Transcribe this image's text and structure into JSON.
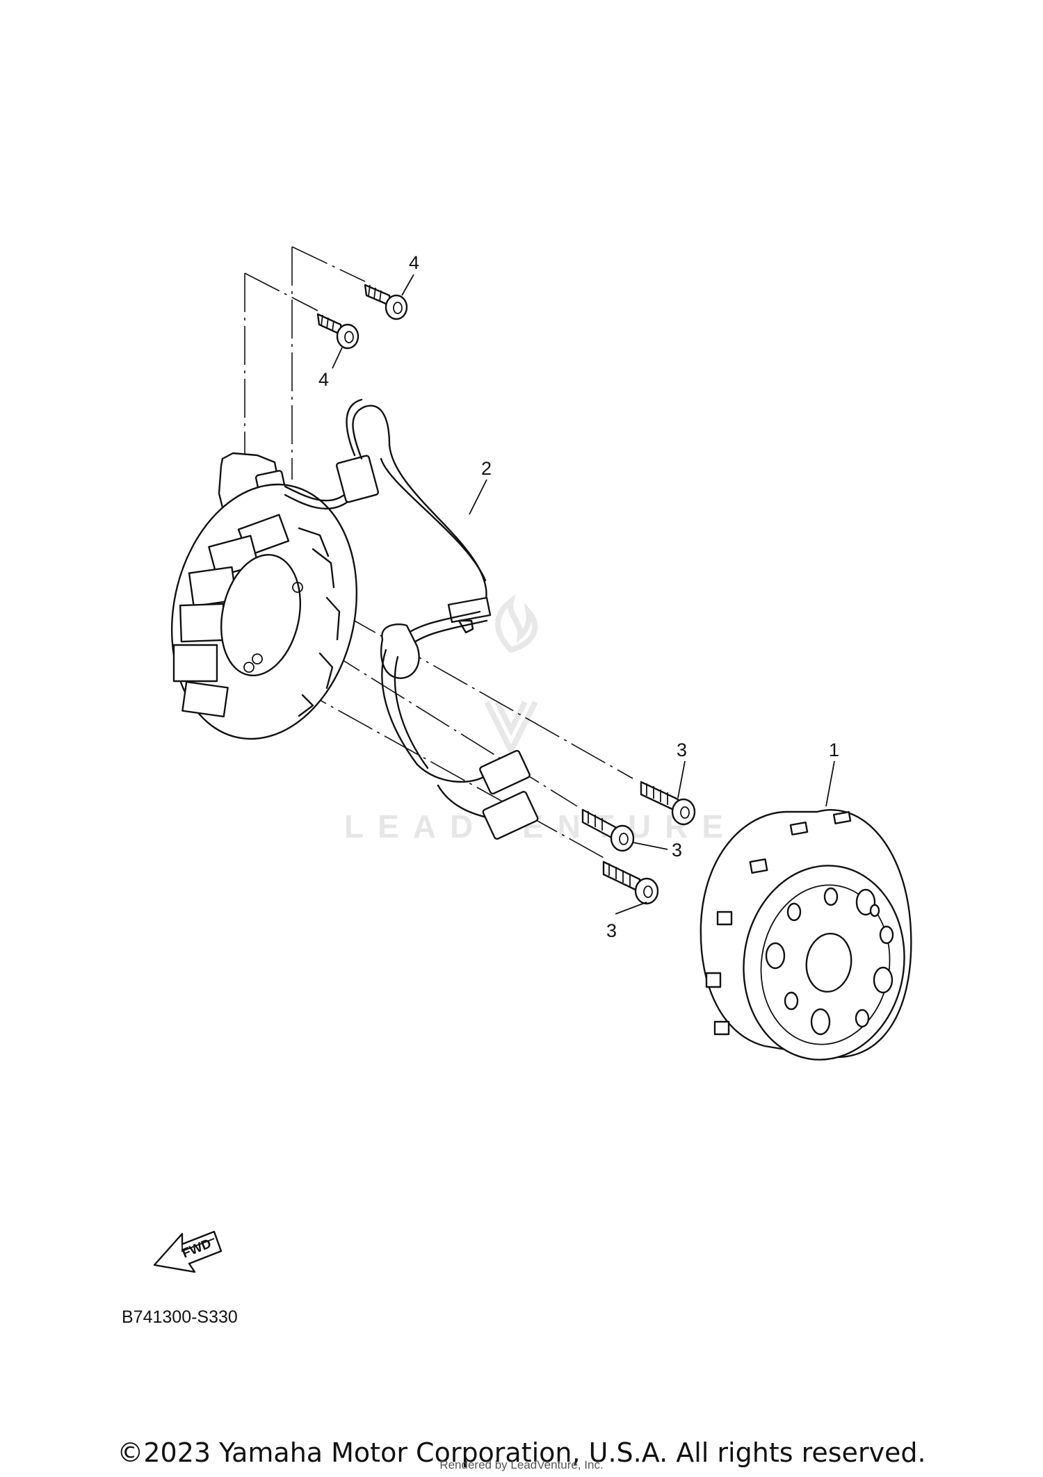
{
  "diagram": {
    "callouts": [
      {
        "id": "callout-1",
        "label": "1"
      },
      {
        "id": "callout-2",
        "label": "2"
      },
      {
        "id": "callout-3a",
        "label": "3"
      },
      {
        "id": "callout-3b",
        "label": "3"
      },
      {
        "id": "callout-3c",
        "label": "3"
      },
      {
        "id": "callout-4a",
        "label": "4"
      },
      {
        "id": "callout-4b",
        "label": "4"
      }
    ],
    "fwd_label": "FWD",
    "drawing_code": "B741300-S330"
  },
  "watermark": {
    "brand": "LEADVENTURE"
  },
  "footer": {
    "copyright": "©2023 Yamaha Motor Corporation, U.S.A. All rights reserved.",
    "rendered_by": "Rendered by LeadVenture, Inc."
  }
}
